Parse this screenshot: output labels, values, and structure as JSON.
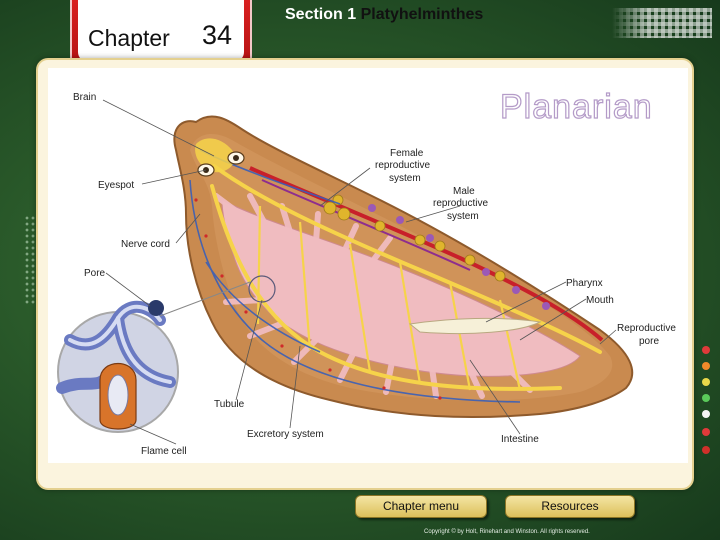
{
  "header": {
    "chapter_word": "Chapter",
    "chapter_number": "34",
    "section_prefix": "Section 1",
    "section_name": "Platyhelminthes"
  },
  "diagram": {
    "title": "Planarian",
    "labels": {
      "brain": "Brain",
      "eyespot": "Eyespot",
      "nerve_cord": "Nerve cord",
      "pore": "Pore",
      "tubule": "Tubule",
      "flame_cell": "Flame cell",
      "excretory_system": "Excretory system",
      "intestine": "Intestine",
      "female_reproductive_1": "Female",
      "female_reproductive_2": "reproductive",
      "female_reproductive_3": "system",
      "male_reproductive_1": "Male",
      "male_reproductive_2": "reproductive",
      "male_reproductive_3": "system",
      "pharynx": "Pharynx",
      "mouth": "Mouth",
      "reproductive_pore_1": "Reproductive",
      "reproductive_pore_2": "pore"
    }
  },
  "footer": {
    "chapter_menu_label": "Chapter menu",
    "resources_label": "Resources",
    "copyright": "Copyright © by Holt, Rinehart and Winston. All rights reserved."
  },
  "colors": {
    "background": "#2a5a2a",
    "tab_red": "#c81818",
    "panel": "#fbf4de",
    "button": "#e8d27f",
    "body_tan": "#c98a4f",
    "intestine_pink": "#f0bcc0",
    "nerve_yellow": "#f6d34a",
    "title_outline": "#b49bc8"
  }
}
